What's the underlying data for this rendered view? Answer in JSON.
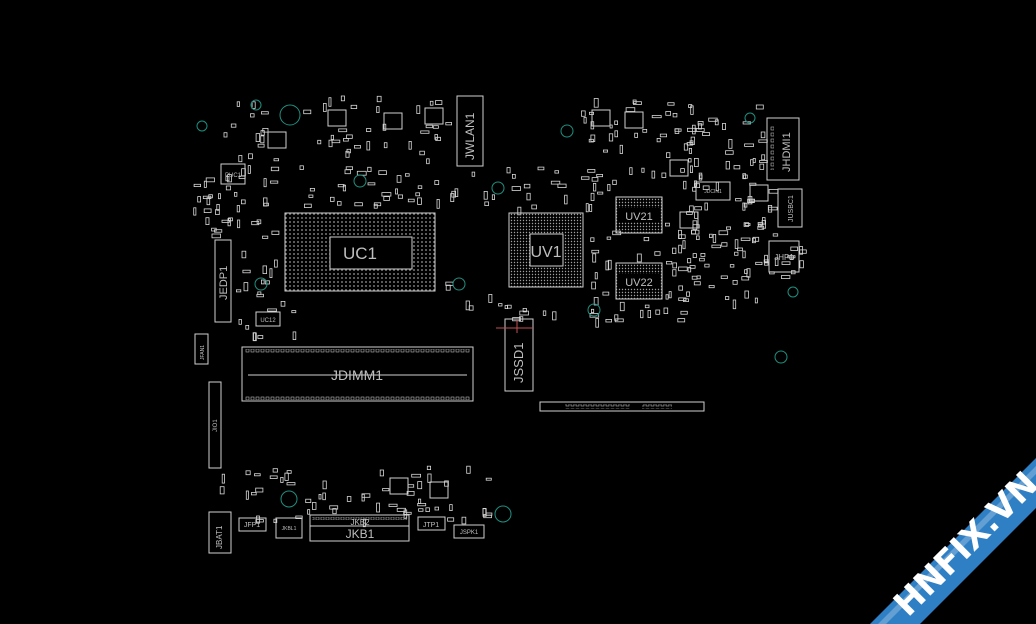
{
  "components": {
    "UC1": "UC1",
    "UV1": "UV1",
    "UV21": "UV21",
    "UV22": "UV22",
    "JDIMM1": "JDIMM1",
    "JSSD1": "JSSD1",
    "JWLAN1": "JWLAN1",
    "JHDMI1": "JHDMI1",
    "JUSBC1": "JUSBC1",
    "JHP1": "JHP1",
    "JDCIN1": "JDCIN1",
    "JEDP1": "JEDP1",
    "JFAN1": "JFAN1",
    "JIO1": "JIO1",
    "JBAT1": "JBAT1",
    "JFP1": "JFP1",
    "JKBL1": "JKBL1",
    "JKB2": "JKB2",
    "JKB1": "JKB1",
    "JTP1": "JTP1",
    "JSPK1": "JSPK1",
    "PUC1": "PUC1",
    "UC12": "UC12"
  },
  "watermark": {
    "text": "HNFIX.VN"
  },
  "colors": {
    "background": "#000000",
    "silkscreen": "#cfcfcf",
    "via": "#1f8f7f",
    "watermark_band": "#2f7fc4"
  }
}
